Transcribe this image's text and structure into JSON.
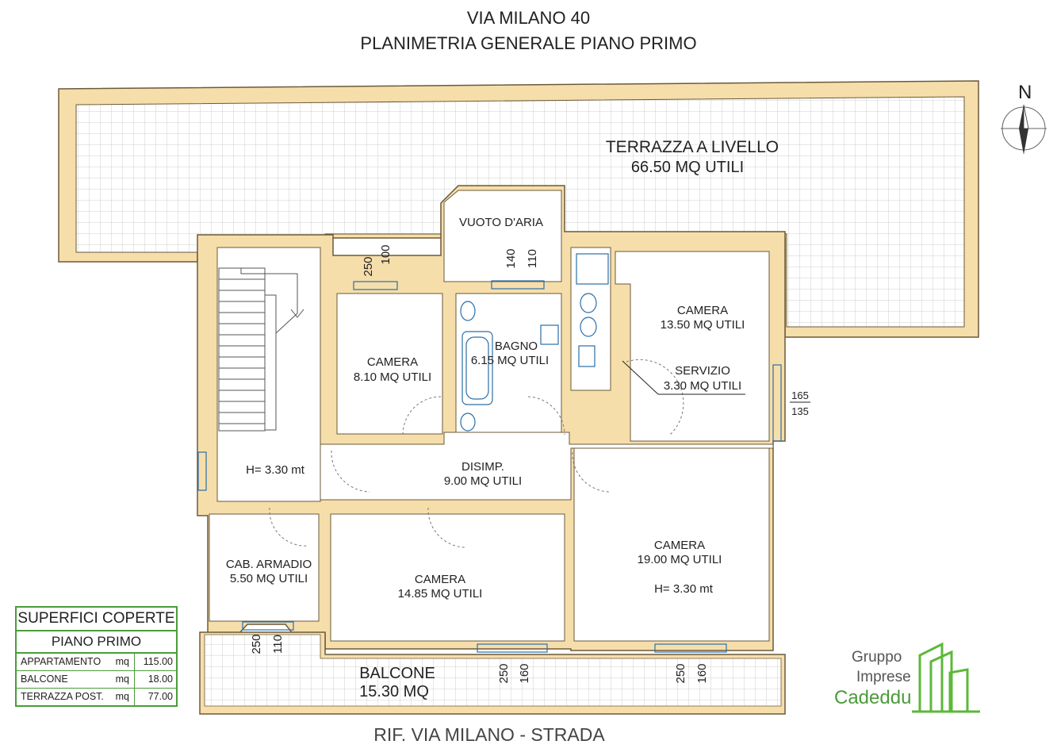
{
  "header": {
    "address": "VIA MILANO 40",
    "title": "PLANIMETRIA GENERALE PIANO PRIMO"
  },
  "compass": {
    "label": "N"
  },
  "rooms": {
    "terrazza": {
      "name": "TERRAZZA A LIVELLO",
      "area": "66.50 MQ UTILI"
    },
    "vuoto": {
      "name": "VUOTO D'ARIA"
    },
    "camera_nw": {
      "name": "CAMERA",
      "area": "8.10 MQ UTILI"
    },
    "bagno": {
      "name": "BAGNO",
      "area": "6.15 MQ UTILI"
    },
    "camera_ne": {
      "name": "CAMERA",
      "area": "13.50 MQ UTILI"
    },
    "servizio": {
      "name": "SERVIZIO",
      "area": "3.30 MQ UTILI"
    },
    "stair_height": "H= 3.30 mt",
    "disimp": {
      "name": "DISIMP.",
      "area": "9.00 MQ UTILI"
    },
    "cab_armadio": {
      "name": "CAB. ARMADIO",
      "area": "5.50 MQ UTILI"
    },
    "camera_s": {
      "name": "CAMERA",
      "area": "14.85 MQ UTILI"
    },
    "camera_se": {
      "name": "CAMERA",
      "area": "19.00 MQ UTILI",
      "height": "H= 3.30 mt"
    },
    "balcone": {
      "name": "BALCONE",
      "area": "15.30 MQ"
    }
  },
  "dimensions": {
    "w1": [
      "250",
      "100"
    ],
    "w2": [
      "140",
      "110"
    ],
    "w3": [
      "165",
      "135"
    ],
    "w4": [
      "250",
      "110"
    ],
    "w5": [
      "250",
      "160"
    ],
    "w6": [
      "250",
      "160"
    ]
  },
  "table": {
    "title": "SUPERFICI COPERTE",
    "subtitle": "PIANO PRIMO",
    "rows": [
      {
        "label": "APPARTAMENTO",
        "unit": "mq",
        "value": "115.00"
      },
      {
        "label": "BALCONE",
        "unit": "mq",
        "value": "18.00"
      },
      {
        "label": "TERRAZZA POST.",
        "unit": "mq",
        "value": "77.00"
      }
    ]
  },
  "footer": "RIF. VIA MILANO - STRADA",
  "logo": {
    "line1": "Gruppo",
    "line2": "Imprese",
    "line3": "Cadeddu"
  },
  "colors": {
    "wall": "#f6deab",
    "wall_stroke": "#6b5a3a",
    "tile_line": "#c8c8c8",
    "accent": "#4a9c3a",
    "fixture": "#2a6fa8"
  }
}
